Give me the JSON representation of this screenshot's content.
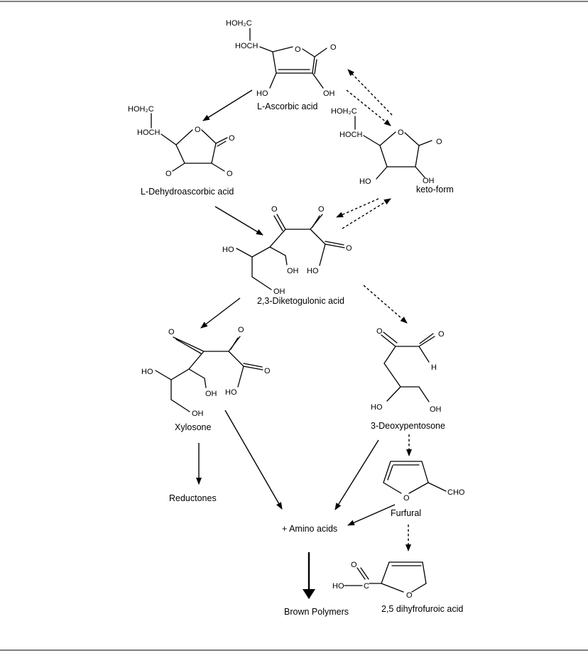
{
  "compounds": {
    "ascorbic": "L-Ascorbic acid",
    "keto": "keto-form",
    "dehydro": "L-Dehydroascorbic acid",
    "diketo": "2,3-Diketogulonic acid",
    "xylosone": "Xylosone",
    "deoxy": "3-Deoxypentosone",
    "reductones": "Reductones",
    "furfural": "Furfural",
    "amino": "+ Amino acids",
    "dihydro": "2,5 dihyfrofuroic acid",
    "brown": "Brown Polymers"
  },
  "atoms": {
    "hoh2c": "HOH₂C",
    "hoch": "HOCH",
    "ho": "HO",
    "oh": "OH",
    "o": "O",
    "h": "H",
    "cho": "CHO",
    "c": "C"
  }
}
